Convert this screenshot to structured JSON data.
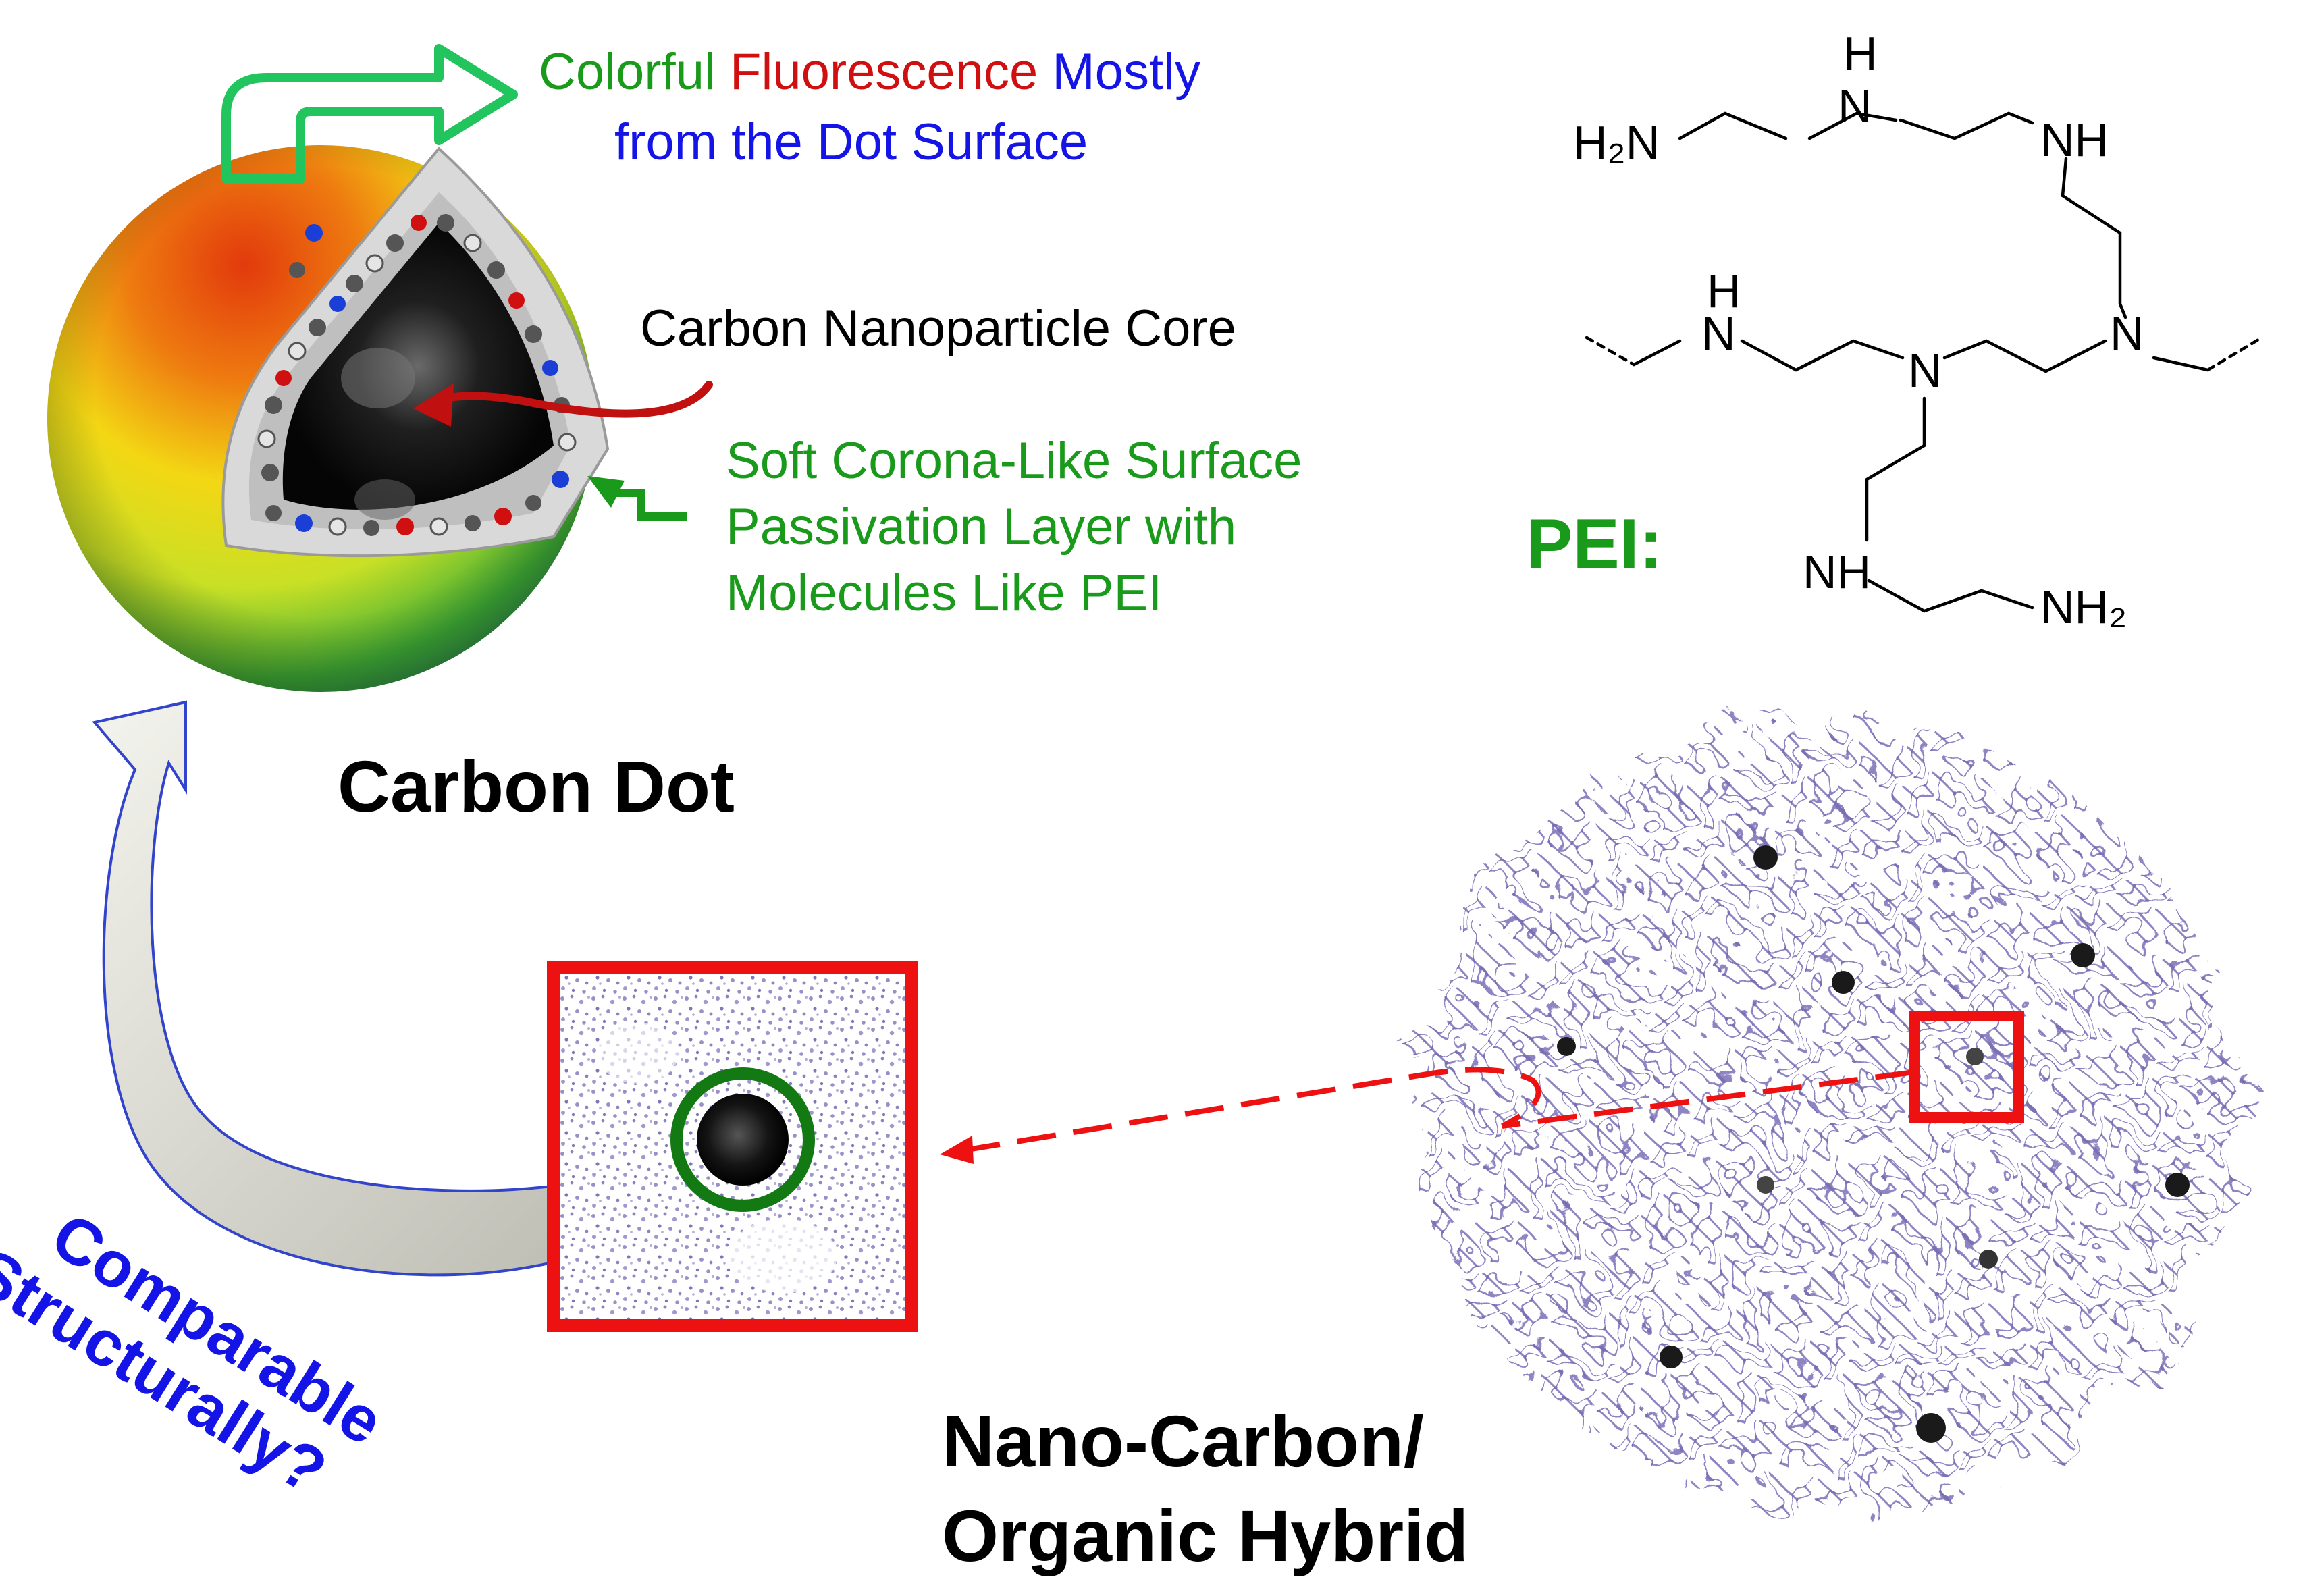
{
  "colors": {
    "green_label": "#1a9a1a",
    "red_label": "#d01010",
    "blue_label": "#1414e6",
    "arrow_green": "#22c45e",
    "frame_red": "#ee1111",
    "circle_green": "#137a13",
    "lattice_purple": "#8c82c0"
  },
  "fluorescence_note": {
    "w1": "Colorful",
    "w2": "Fluorescence",
    "w3": "Mostly",
    "line2": "from the Dot Surface"
  },
  "core_label": "Carbon Nanoparticle Core",
  "passivation_label": {
    "line1": "Soft Corona-Like Surface",
    "line2": "Passivation Layer with",
    "line3": "Molecules Like PEI"
  },
  "pei": {
    "title": "PEI:",
    "atoms": {
      "h2n_left": "H₂N",
      "nh_top_h": "H",
      "nh_top_n": "N",
      "nh_right": "NH",
      "nh_left_h": "H",
      "nh_left_n": "N",
      "n_center": "N",
      "n_right": "N",
      "nh_bottom": "NH",
      "nh2_bottom": "NH₂"
    }
  },
  "carbon_dot_label": "Carbon Dot",
  "comparison_label": {
    "line1": "Comparable",
    "line2": "Structurally?"
  },
  "hybrid_label": {
    "line1": "Nano-Carbon/",
    "line2": "Organic Hybrid"
  },
  "icons": {
    "sphere": "carbon-dot-sphere-illustration",
    "inset": "tem-inset-image",
    "lattice": "simulation-cloud-image"
  }
}
